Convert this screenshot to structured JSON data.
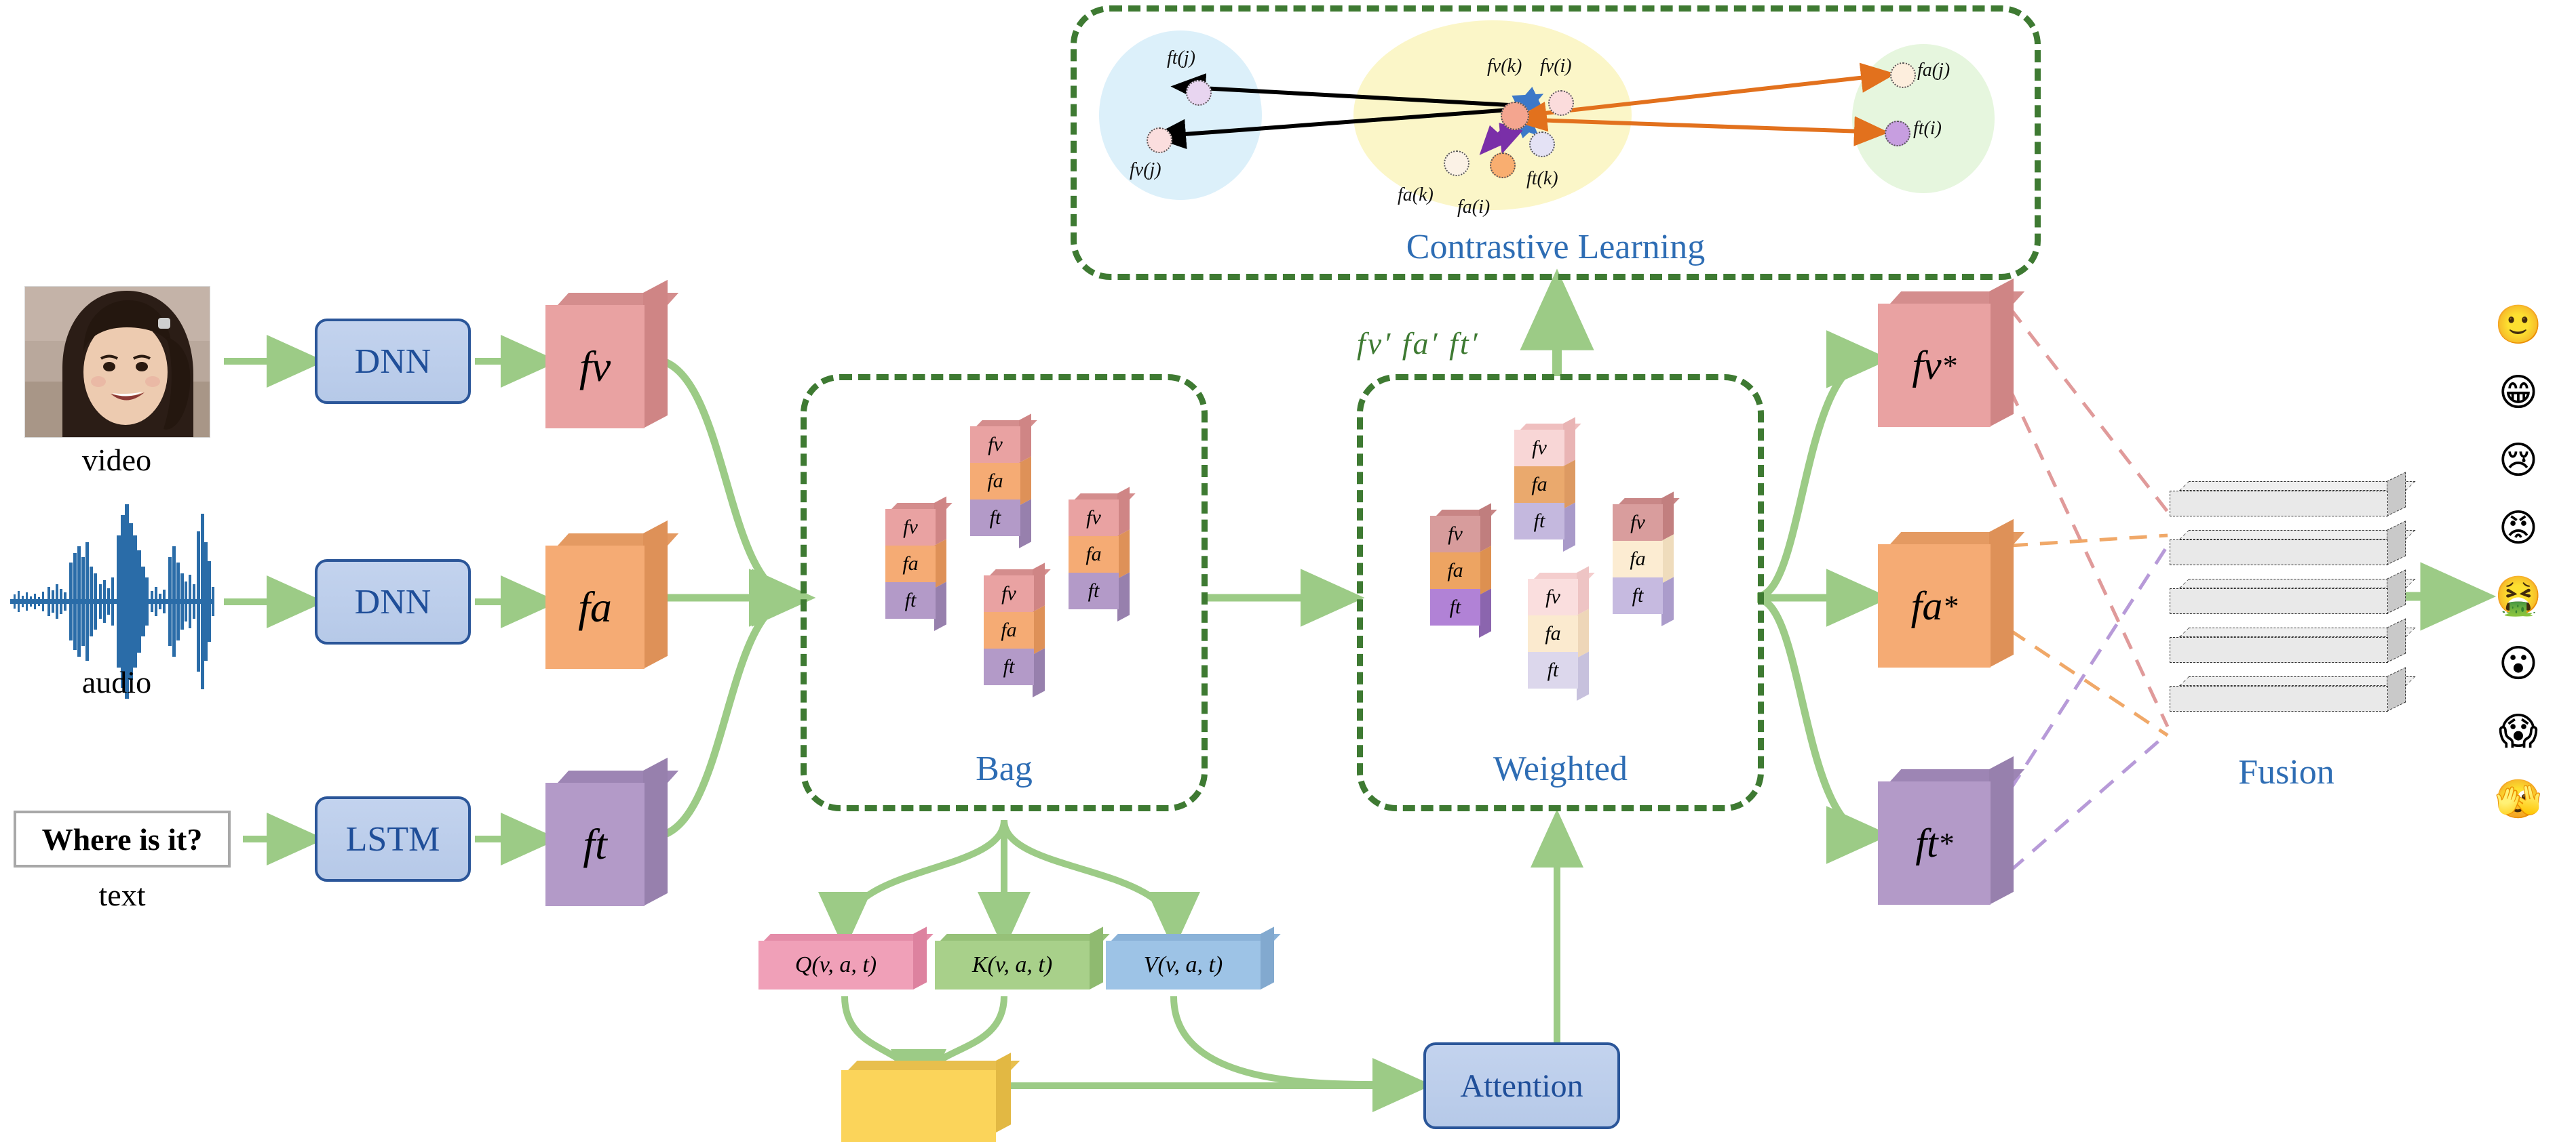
{
  "figure": {
    "title": "Multimodal contrastive-learning fusion architecture"
  },
  "inputs": [
    {
      "name": "video",
      "caption": "video",
      "encoder": "DNN",
      "feature": "fv",
      "icon": "face-photo-icon"
    },
    {
      "name": "audio",
      "caption": "audio",
      "encoder": "DNN",
      "feature": "fa",
      "icon": "audio-waveform-icon"
    },
    {
      "name": "text",
      "caption": "text",
      "encoder": "LSTM",
      "feature": "ft",
      "value": "Where is it?",
      "icon": "text-box-icon"
    }
  ],
  "bag": {
    "title": "Bag",
    "stacks": [
      {
        "id": "bag-stack-1",
        "labels": [
          "fv",
          "fa",
          "ft"
        ]
      },
      {
        "id": "bag-stack-2",
        "labels": [
          "fv",
          "fa",
          "ft"
        ]
      },
      {
        "id": "bag-stack-3",
        "labels": [
          "fv",
          "fa",
          "ft"
        ]
      },
      {
        "id": "bag-stack-4",
        "labels": [
          "fv",
          "fa",
          "ft"
        ]
      }
    ]
  },
  "weighted": {
    "title": "Weighted",
    "stacks": [
      {
        "id": "weighted-stack-1",
        "labels": [
          "fv",
          "fa",
          "ft"
        ]
      },
      {
        "id": "weighted-stack-2",
        "labels": [
          "fv",
          "fa",
          "ft"
        ]
      },
      {
        "id": "weighted-stack-3",
        "labels": [
          "fv",
          "fa",
          "ft"
        ]
      },
      {
        "id": "weighted-stack-4",
        "labels": [
          "fv",
          "fa",
          "ft"
        ]
      }
    ]
  },
  "attention": {
    "qkv": [
      {
        "id": "q",
        "label": "Q(v, a, t)"
      },
      {
        "id": "k",
        "label": "K(v, a, t)"
      },
      {
        "id": "v",
        "label": "V(v, a, t)"
      }
    ],
    "score_block_label": "",
    "module_label": "Attention"
  },
  "primes": {
    "label": "fv′  fa′  ft′",
    "parts": [
      "fv′",
      "fa′",
      "ft′"
    ]
  },
  "contrastive": {
    "title": "Contrastive Learning",
    "clusters": [
      {
        "id": "cluster-blue",
        "color": "#dcf0fa"
      },
      {
        "id": "cluster-yellow",
        "color": "#fbf6c8"
      },
      {
        "id": "cluster-green",
        "color": "#e6f6de"
      }
    ],
    "points": [
      {
        "id": "ft-j",
        "label": "ft(j)",
        "cluster": "cluster-blue",
        "fill": "#e8d5f0"
      },
      {
        "id": "fv-j",
        "label": "fv(j)",
        "cluster": "cluster-blue",
        "fill": "#fbdede"
      },
      {
        "id": "fv-k",
        "label": "fv(k)",
        "cluster": "cluster-yellow",
        "fill": "#f4a58f"
      },
      {
        "id": "fv-i",
        "label": "fv(i)",
        "cluster": "cluster-yellow",
        "fill": "#fbdcdc"
      },
      {
        "id": "ft-k",
        "label": "ft(k)",
        "cluster": "cluster-yellow",
        "fill": "#e4e2f5"
      },
      {
        "id": "fa-k",
        "label": "fa(k)",
        "cluster": "cluster-yellow",
        "fill": "#fbf2e6"
      },
      {
        "id": "fa-i",
        "label": "fa(i)",
        "cluster": "cluster-yellow",
        "fill": "#f9ae70"
      },
      {
        "id": "fa-j",
        "label": "fa(j)",
        "cluster": "cluster-green",
        "fill": "#fdeedd"
      },
      {
        "id": "ft-i",
        "label": "ft(i)",
        "cluster": "cluster-green",
        "fill": "#c79ee0"
      }
    ],
    "arrow_colors": {
      "negative": "#000000",
      "video": "#3C78C8",
      "audio": "#7A2FA8",
      "cross": "#E2711D"
    }
  },
  "starred": [
    {
      "id": "fv-star",
      "label": "fv",
      "sup": "*",
      "color": "#e9a2a2"
    },
    {
      "id": "fa-star",
      "label": "fa",
      "sup": "*",
      "color": "#f5ab74"
    },
    {
      "id": "ft-star",
      "label": "ft",
      "sup": "*",
      "color": "#b39ac8"
    }
  ],
  "fusion": {
    "title": "Fusion",
    "layer_count": 5,
    "link_colors": {
      "video": "#e09a9a",
      "audio": "#f0a868",
      "text": "#b79ad8"
    }
  },
  "outputs": {
    "emojis": [
      {
        "id": "emoji-neutral",
        "name": "slightly-smiling-face-icon",
        "glyph": "🙂"
      },
      {
        "id": "emoji-happy",
        "name": "grinning-face-icon",
        "glyph": "😁"
      },
      {
        "id": "emoji-sad",
        "name": "sad-crying-face-icon",
        "glyph": "😢"
      },
      {
        "id": "emoji-angry",
        "name": "angry-face-icon",
        "glyph": "😡"
      },
      {
        "id": "emoji-disgust",
        "name": "nauseated-face-icon",
        "glyph": "🤮"
      },
      {
        "id": "emoji-surprise",
        "name": "surprised-face-icon",
        "glyph": "😮"
      },
      {
        "id": "emoji-fear",
        "name": "screaming-face-icon",
        "glyph": "😱"
      },
      {
        "id": "emoji-shy",
        "name": "face-with-peeking-eye-icon",
        "glyph": "🫣"
      }
    ]
  },
  "palette": {
    "flow_green": "#9ccb86",
    "dash_green": "#3E7A32",
    "title_blue": "#2E6DB4",
    "box_blue_border": "#2B5699",
    "box_blue_fill": "#bfd0ea",
    "fv_red": "#e9a2a2",
    "fa_orange": "#f5ab74",
    "ft_purple": "#b39ac8",
    "q_pink": "#f0a0b8",
    "k_green": "#a8d08a",
    "v_blue": "#9dc3e6",
    "score_yellow": "#fbd45a",
    "waveform_blue": "#2a6ca8"
  }
}
